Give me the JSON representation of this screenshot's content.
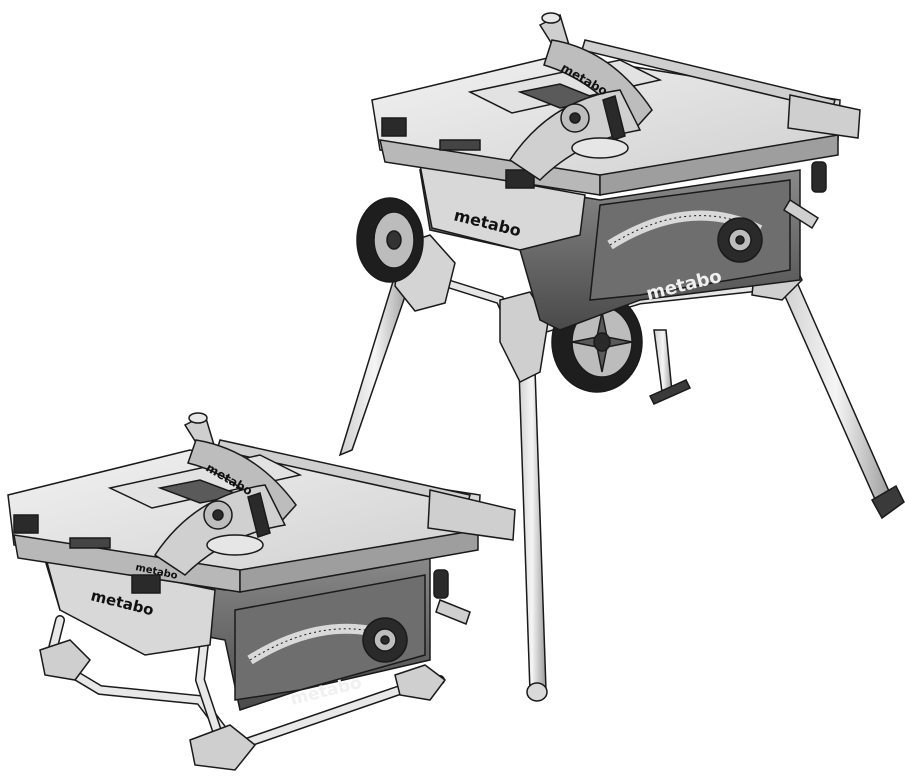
{
  "scene": {
    "background": "#ffffff",
    "palette": {
      "body_light": "#e9e9e9",
      "body_mid": "#bdbdbd",
      "body_dark": "#5c5c5c",
      "outline": "#1a1a1a",
      "accent_dark": "#2a2a2a"
    }
  },
  "saw_on_stand": {
    "brand_label": "metabo",
    "legs_extended": true,
    "wheels_visible": 2
  },
  "saw_folded": {
    "brand_label": "metabo",
    "legs_extended": false
  }
}
